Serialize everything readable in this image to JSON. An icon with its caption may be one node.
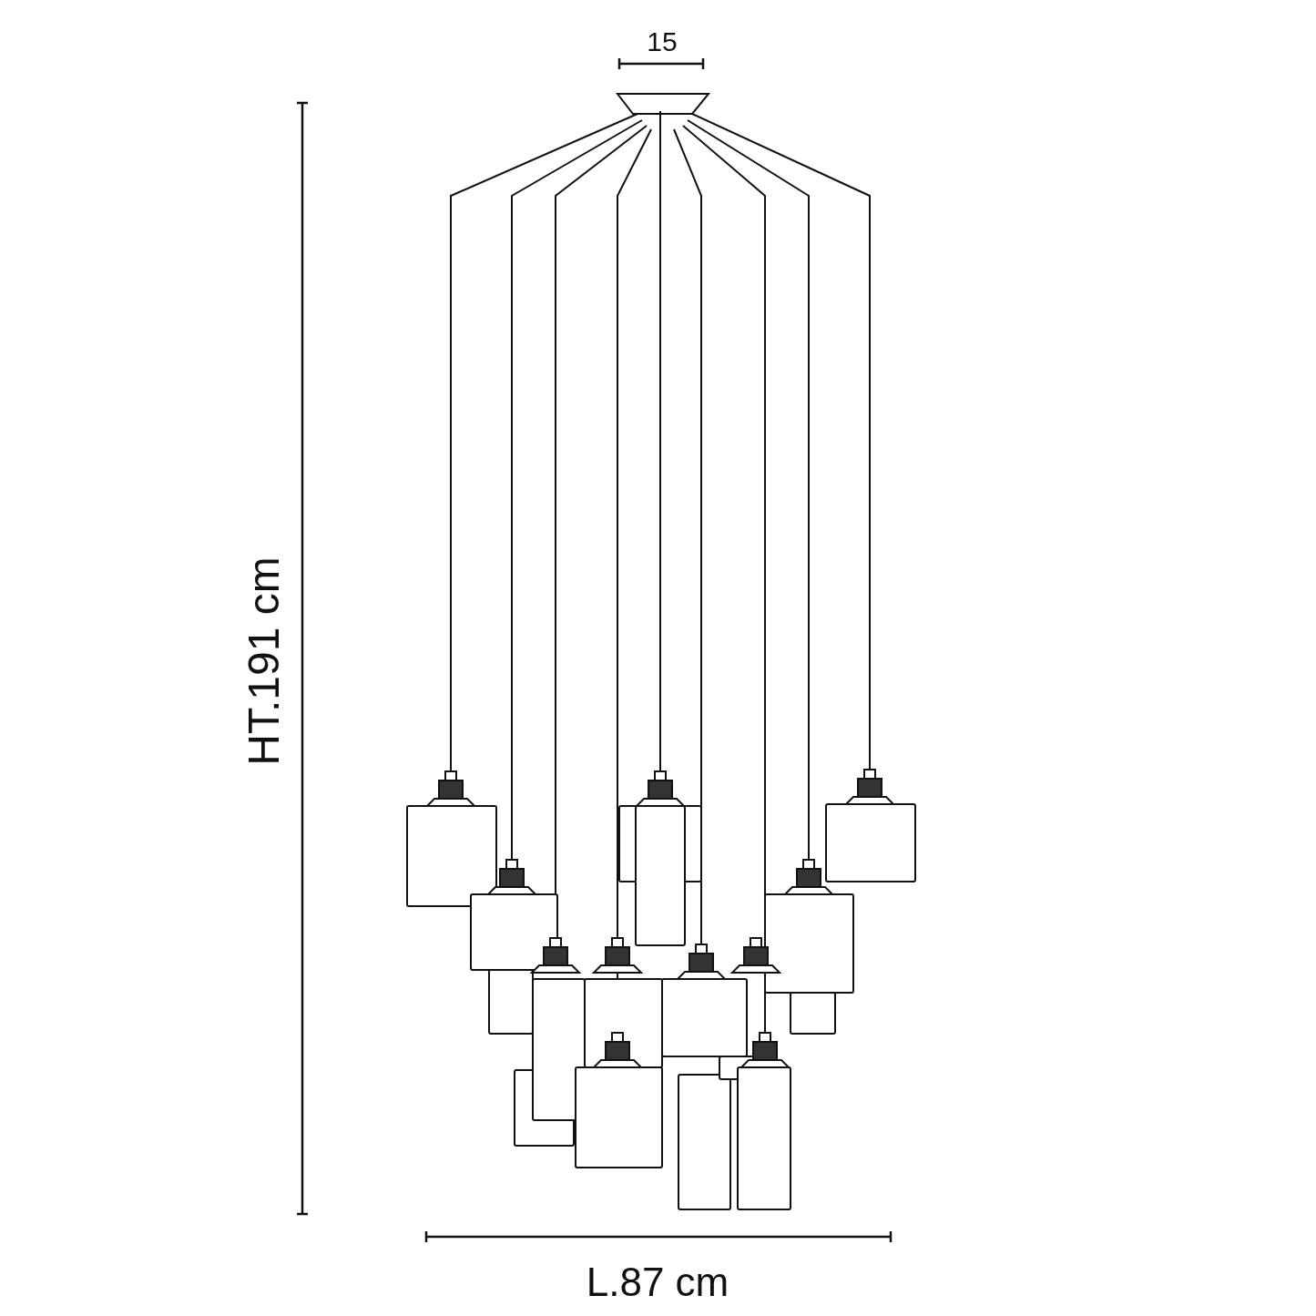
{
  "diagram": {
    "labels": [
      "15",
      "HT.191 cm",
      "L.87 cm"
    ]
  }
}
